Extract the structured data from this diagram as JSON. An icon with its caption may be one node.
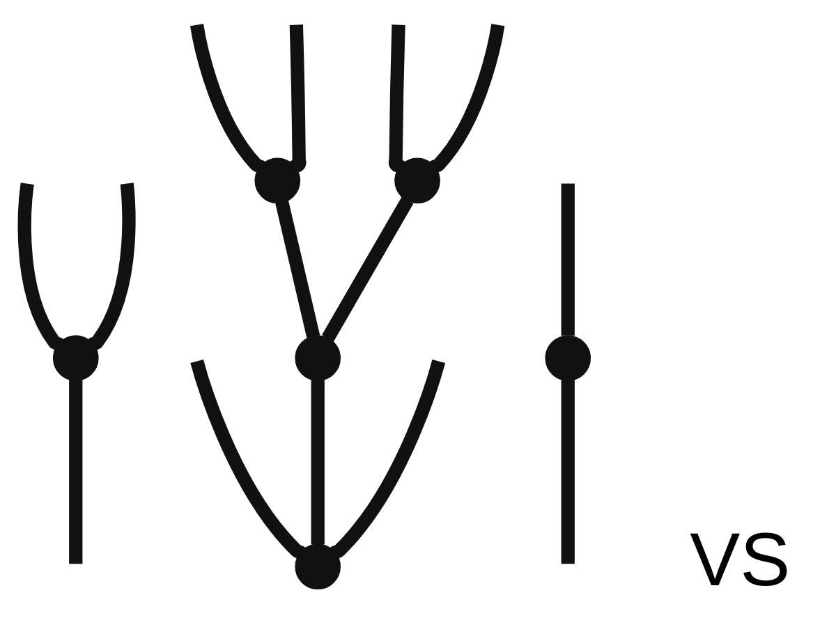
{
  "diagram": {
    "nodes": [
      {
        "text": [],
        "shape": "circle"
      },
      {
        "text": [],
        "shape": "circle"
      },
      {
        "text": [],
        "shape": "circle"
      },
      {
        "text": [],
        "shape": "circle"
      },
      {
        "text": [],
        "shape": "circle"
      },
      {
        "text": [],
        "shape": "circle"
      }
    ],
    "edges": [
      {
        "from": 0,
        "to": null,
        "arrow": "none"
      },
      {
        "from": 0,
        "to": null,
        "arrow": "none"
      },
      {
        "from": null,
        "to": 0,
        "arrow": "none"
      },
      {
        "from": 1,
        "to": null,
        "arrow": "none"
      },
      {
        "from": 1,
        "to": null,
        "arrow": "none"
      },
      {
        "from": 2,
        "to": null,
        "arrow": "none"
      },
      {
        "from": 2,
        "to": null,
        "arrow": "none"
      },
      {
        "from": 3,
        "to": null,
        "arrow": "none"
      },
      {
        "from": 4,
        "to": 1,
        "arrow": "none"
      },
      {
        "from": 4,
        "to": 2,
        "arrow": "none"
      },
      {
        "from": 5,
        "to": 4,
        "arrow": "none"
      },
      {
        "from": 5,
        "to": null,
        "arrow": "none"
      },
      {
        "from": null,
        "to": 3,
        "arrow": "none"
      },
      {
        "from": 5,
        "to": null,
        "arrow": "none"
      }
    ],
    "labels": [
      "VS"
    ]
  }
}
